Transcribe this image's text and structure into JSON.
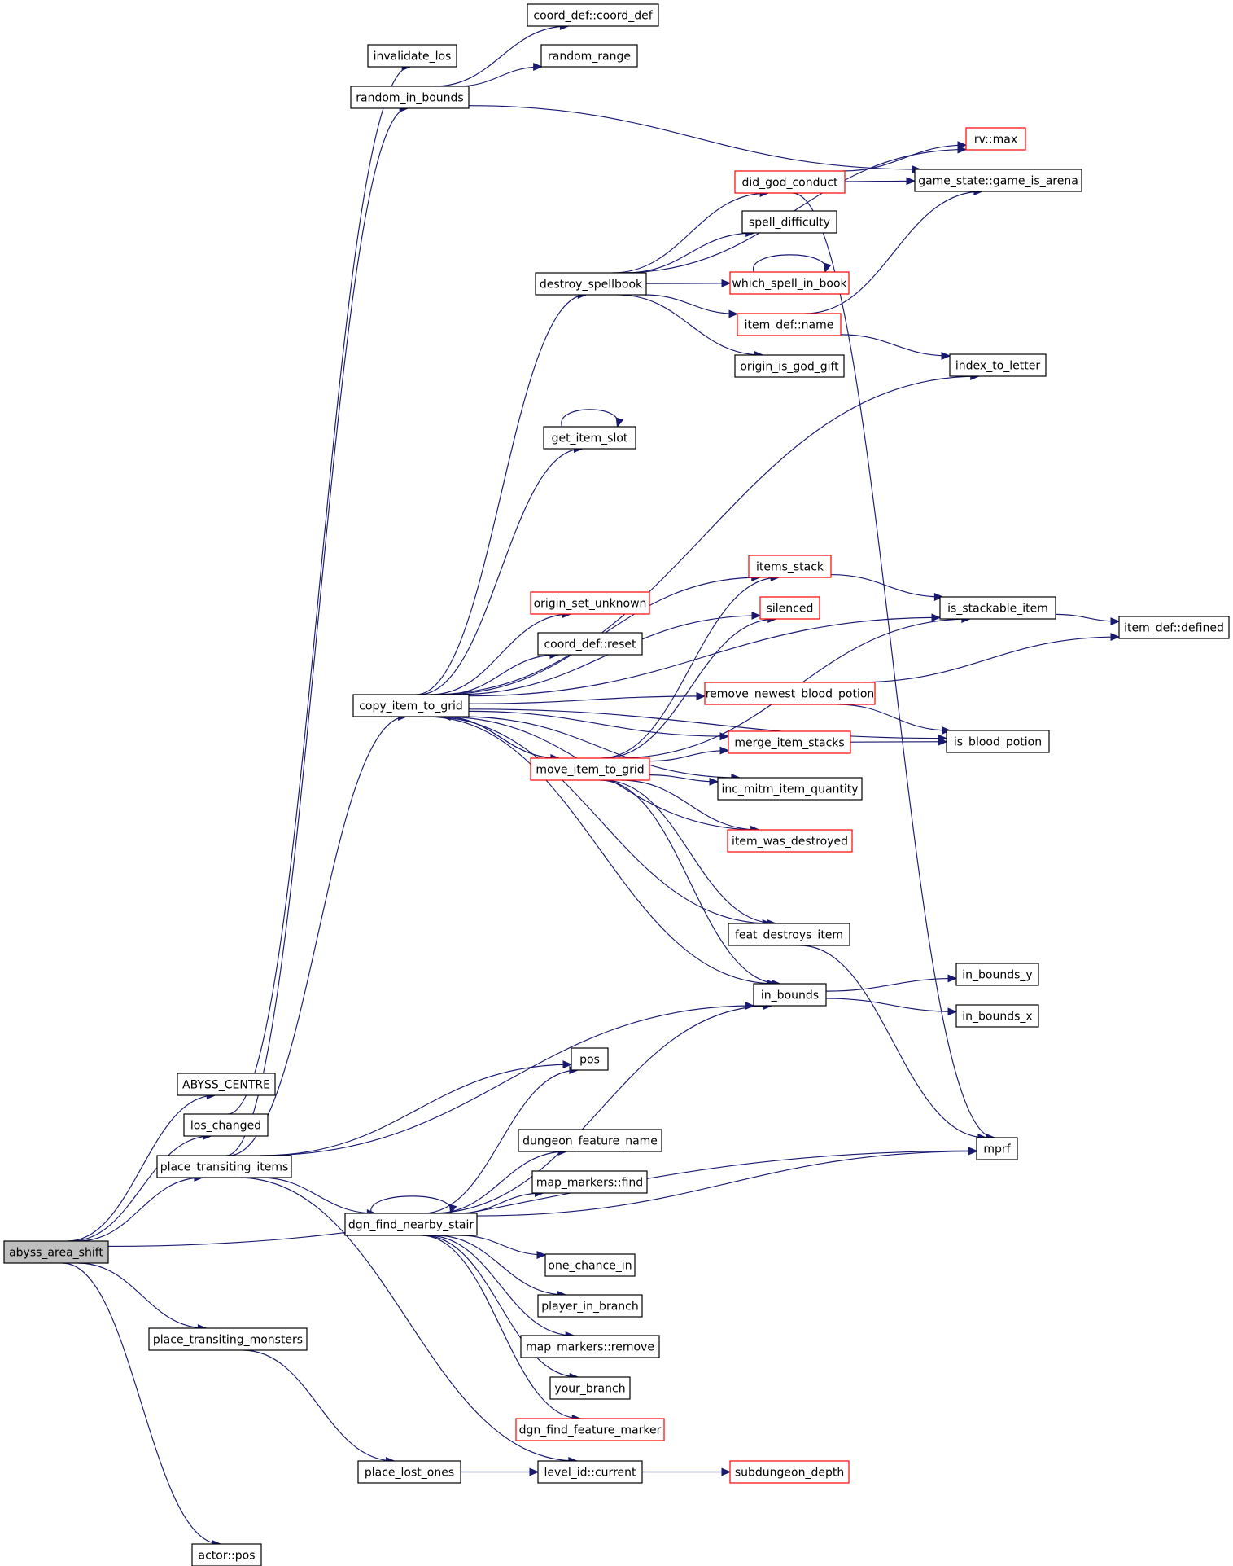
{
  "graph": {
    "colors": {
      "edge": "#191970",
      "node_border": "#000000",
      "truncated_border": "#ff0000",
      "root_fill": "#bfbfbf"
    },
    "nodes": {
      "abyss": "abyss_area_shift",
      "abyss_centre": "ABYSS_CENTRE",
      "los_changed": "los_changed",
      "place_items": "place_transiting_items",
      "place_monsters": "place_transiting_monsters",
      "actor_pos": "actor::pos",
      "invalidate_los": "invalidate_los",
      "random_in_bounds": "random_in_bounds",
      "copy_item": "copy_item_to_grid",
      "dgn_stair": "dgn_find_nearby_stair",
      "place_lost": "place_lost_ones",
      "coord_ctor": "coord_def::coord_def",
      "random_range": "random_range",
      "destroy_spellbook": "destroy_spellbook",
      "get_item_slot": "get_item_slot",
      "origin_unknown": "origin_set_unknown",
      "coord_reset": "coord_def::reset",
      "move_item": "move_item_to_grid",
      "pos": "pos",
      "dungeon_feature_name": "dungeon_feature_name",
      "map_find": "map_markers::find",
      "one_chance": "one_chance_in",
      "player_in_branch": "player_in_branch",
      "map_remove": "map_markers::remove",
      "your_branch": "your_branch",
      "dgn_marker": "dgn_find_feature_marker",
      "level_current": "level_id::current",
      "did_god": "did_god_conduct",
      "spell_difficulty": "spell_difficulty",
      "which_spell": "which_spell_in_book",
      "item_name": "item_def::name",
      "origin_god_gift": "origin_is_god_gift",
      "items_stack": "items_stack",
      "silenced": "silenced",
      "remove_blood": "remove_newest_blood_potion",
      "merge_stacks": "merge_item_stacks",
      "inc_mitm": "inc_mitm_item_quantity",
      "item_destroyed": "item_was_destroyed",
      "feat_destroys": "feat_destroys_item",
      "in_bounds": "in_bounds",
      "subdungeon": "subdungeon_depth",
      "rv_max": "rv::max",
      "game_arena": "game_state::game_is_arena",
      "index_letter": "index_to_letter",
      "is_stackable": "is_stackable_item",
      "is_blood": "is_blood_potion",
      "in_bounds_y": "in_bounds_y",
      "in_bounds_x": "in_bounds_x",
      "mprf": "mprf",
      "item_defined": "item_def::defined"
    },
    "truncated": [
      "did_god",
      "which_spell",
      "item_name",
      "items_stack",
      "silenced",
      "remove_blood",
      "merge_stacks",
      "item_destroyed",
      "move_item",
      "origin_unknown",
      "dgn_marker",
      "subdungeon",
      "rv_max"
    ],
    "root": "abyss",
    "edges": [
      [
        "abyss",
        "abyss_centre"
      ],
      [
        "abyss",
        "los_changed"
      ],
      [
        "abyss",
        "place_items"
      ],
      [
        "abyss",
        "place_monsters"
      ],
      [
        "abyss",
        "actor_pos"
      ],
      [
        "abyss",
        "mprf"
      ],
      [
        "los_changed",
        "invalidate_los"
      ],
      [
        "place_items",
        "random_in_bounds"
      ],
      [
        "place_items",
        "copy_item"
      ],
      [
        "place_items",
        "in_bounds"
      ],
      [
        "place_items",
        "pos"
      ],
      [
        "place_items",
        "dgn_stair"
      ],
      [
        "place_items",
        "level_current"
      ],
      [
        "place_monsters",
        "place_lost"
      ],
      [
        "place_lost",
        "level_current"
      ],
      [
        "level_current",
        "subdungeon"
      ],
      [
        "random_in_bounds",
        "coord_ctor"
      ],
      [
        "random_in_bounds",
        "random_range"
      ],
      [
        "random_in_bounds",
        "game_arena"
      ],
      [
        "copy_item",
        "destroy_spellbook"
      ],
      [
        "copy_item",
        "index_letter"
      ],
      [
        "copy_item",
        "get_item_slot"
      ],
      [
        "copy_item",
        "is_stackable"
      ],
      [
        "copy_item",
        "items_stack"
      ],
      [
        "copy_item",
        "silenced"
      ],
      [
        "copy_item",
        "origin_unknown"
      ],
      [
        "copy_item",
        "coord_reset"
      ],
      [
        "copy_item",
        "remove_blood"
      ],
      [
        "copy_item",
        "merge_stacks"
      ],
      [
        "copy_item",
        "move_item"
      ],
      [
        "copy_item",
        "inc_mitm"
      ],
      [
        "copy_item",
        "item_destroyed"
      ],
      [
        "copy_item",
        "is_blood"
      ],
      [
        "copy_item",
        "feat_destroys"
      ],
      [
        "copy_item",
        "in_bounds"
      ],
      [
        "get_item_slot",
        "get_item_slot"
      ],
      [
        "destroy_spellbook",
        "rv_max"
      ],
      [
        "destroy_spellbook",
        "did_god"
      ],
      [
        "destroy_spellbook",
        "spell_difficulty"
      ],
      [
        "destroy_spellbook",
        "which_spell"
      ],
      [
        "destroy_spellbook",
        "item_name"
      ],
      [
        "destroy_spellbook",
        "origin_god_gift"
      ],
      [
        "did_god",
        "rv_max"
      ],
      [
        "did_god",
        "game_arena"
      ],
      [
        "did_god",
        "mprf"
      ],
      [
        "which_spell",
        "which_spell"
      ],
      [
        "item_name",
        "game_arena"
      ],
      [
        "item_name",
        "index_letter"
      ],
      [
        "move_item",
        "copy_item"
      ],
      [
        "move_item",
        "items_stack"
      ],
      [
        "move_item",
        "silenced"
      ],
      [
        "move_item",
        "is_stackable"
      ],
      [
        "move_item",
        "merge_stacks"
      ],
      [
        "move_item",
        "inc_mitm"
      ],
      [
        "move_item",
        "item_destroyed"
      ],
      [
        "move_item",
        "feat_destroys"
      ],
      [
        "move_item",
        "in_bounds"
      ],
      [
        "items_stack",
        "is_stackable"
      ],
      [
        "is_stackable",
        "item_defined"
      ],
      [
        "remove_blood",
        "item_defined"
      ],
      [
        "remove_blood",
        "is_blood"
      ],
      [
        "merge_stacks",
        "is_blood"
      ],
      [
        "feat_destroys",
        "mprf"
      ],
      [
        "in_bounds",
        "in_bounds_y"
      ],
      [
        "in_bounds",
        "in_bounds_x"
      ],
      [
        "dgn_stair",
        "dgn_stair"
      ],
      [
        "dgn_stair",
        "pos"
      ],
      [
        "dgn_stair",
        "in_bounds"
      ],
      [
        "dgn_stair",
        "dungeon_feature_name"
      ],
      [
        "dgn_stair",
        "map_find"
      ],
      [
        "dgn_stair",
        "mprf"
      ],
      [
        "dgn_stair",
        "one_chance"
      ],
      [
        "dgn_stair",
        "player_in_branch"
      ],
      [
        "dgn_stair",
        "map_remove"
      ],
      [
        "dgn_stair",
        "your_branch"
      ],
      [
        "dgn_stair",
        "dgn_marker"
      ]
    ]
  }
}
